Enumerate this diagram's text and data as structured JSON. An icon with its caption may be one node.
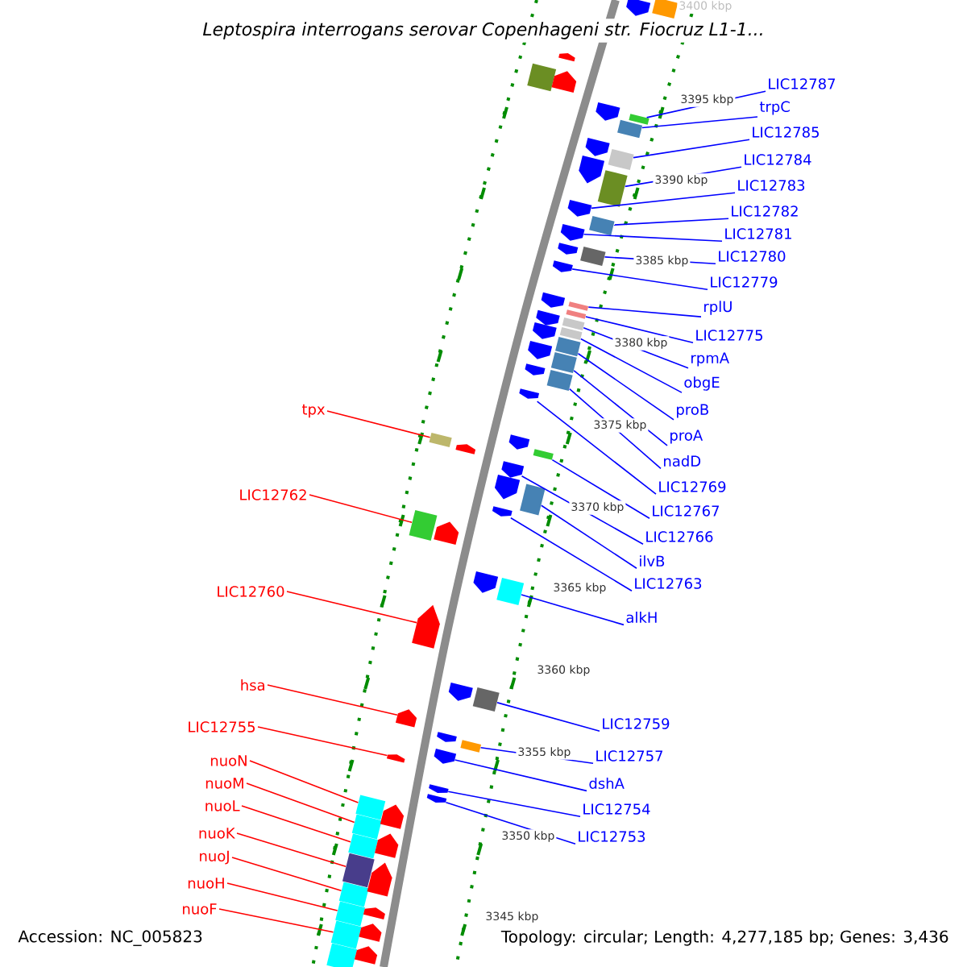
{
  "diagram": {
    "title": "Leptospira interrogans serovar Copenhageni str. Fiocruz L1-1...",
    "nodes": [
      {
        "text": [
          "LIC12787"
        ]
      },
      {
        "text": [
          "trpC"
        ]
      },
      {
        "text": [
          "LIC12785"
        ]
      },
      {
        "text": [
          "LIC12784"
        ]
      },
      {
        "text": [
          "LIC12783"
        ]
      },
      {
        "text": [
          "LIC12782"
        ]
      },
      {
        "text": [
          "LIC12781"
        ]
      },
      {
        "text": [
          "LIC12780"
        ]
      },
      {
        "text": [
          "LIC12779"
        ]
      },
      {
        "text": [
          "rplU"
        ]
      },
      {
        "text": [
          "LIC12775"
        ]
      },
      {
        "text": [
          "rpmA"
        ]
      },
      {
        "text": [
          "obgE"
        ]
      },
      {
        "text": [
          "proB"
        ]
      },
      {
        "text": [
          "proA"
        ]
      },
      {
        "text": [
          "nadD"
        ]
      },
      {
        "text": [
          "LIC12769"
        ]
      },
      {
        "text": [
          "LIC12767"
        ]
      },
      {
        "text": [
          "LIC12766"
        ]
      },
      {
        "text": [
          "ilvB"
        ]
      },
      {
        "text": [
          "LIC12763"
        ]
      },
      {
        "text": [
          "alkH"
        ]
      },
      {
        "text": [
          "LIC12759"
        ]
      },
      {
        "text": [
          "LIC12757"
        ]
      },
      {
        "text": [
          "dshA"
        ]
      },
      {
        "text": [
          "LIC12754"
        ]
      },
      {
        "text": [
          "LIC12753"
        ]
      },
      {
        "text": [
          "tpx"
        ]
      },
      {
        "text": [
          "LIC12762"
        ]
      },
      {
        "text": [
          "LIC12760"
        ]
      },
      {
        "text": [
          "hsa"
        ]
      },
      {
        "text": [
          "LIC12755"
        ]
      },
      {
        "text": [
          "nuoN"
        ]
      },
      {
        "text": [
          "nuoM"
        ]
      },
      {
        "text": [
          "nuoL"
        ]
      },
      {
        "text": [
          "nuoK"
        ]
      },
      {
        "text": [
          "nuoJ"
        ]
      },
      {
        "text": [
          "nuoH"
        ]
      },
      {
        "text": [
          "nuoF"
        ]
      },
      {
        "text": [],
        "shape": "box"
      },
      {
        "text": [],
        "shape": "box"
      },
      {
        "text": [],
        "shape": "box"
      },
      {
        "text": [],
        "shape": "box"
      },
      {
        "text": [],
        "shape": "arrow"
      },
      {
        "text": [],
        "shape": "box"
      },
      {
        "text": [],
        "shape": "arrow"
      },
      {
        "text": [],
        "shape": "box"
      },
      {
        "text": [],
        "shape": "arrow"
      },
      {
        "text": [],
        "shape": "box"
      },
      {
        "text": [],
        "shape": "box"
      },
      {
        "text": [],
        "shape": "box"
      },
      {
        "text": [],
        "shape": "box"
      },
      {
        "text": [],
        "shape": "box"
      },
      {
        "text": [],
        "shape": "box"
      },
      {
        "text": [],
        "shape": "box"
      },
      {
        "text": [],
        "shape": "arrow"
      },
      {
        "text": [],
        "shape": "box"
      },
      {
        "text": [],
        "shape": "arrow"
      },
      {
        "text": [],
        "shape": "box"
      },
      {
        "text": [],
        "shape": "arrow"
      },
      {
        "text": [],
        "shape": "box"
      },
      {
        "text": [],
        "shape": "box"
      },
      {
        "text": [],
        "shape": "box"
      },
      {
        "text": [],
        "shape": "arrow"
      },
      {
        "text": [],
        "shape": "arrow"
      },
      {
        "text": [],
        "shape": "arrow"
      },
      {
        "text": [],
        "shape": "box"
      },
      {
        "text": [],
        "shape": "box"
      },
      {
        "text": [],
        "shape": "arrow"
      },
      {
        "text": [],
        "shape": "arrow"
      },
      {
        "text": [],
        "shape": "arrow"
      },
      {
        "text": [],
        "shape": "box"
      },
      {
        "text": [],
        "shape": "box"
      },
      {
        "text": [],
        "shape": "box"
      },
      {
        "text": [],
        "shape": "box"
      },
      {
        "text": [],
        "shape": "box"
      },
      {
        "text": [],
        "shape": "box"
      },
      {
        "text": [],
        "shape": "box"
      },
      {
        "text": [],
        "shape": "arrow"
      },
      {
        "text": [],
        "shape": "box"
      },
      {
        "text": [],
        "shape": "arrow"
      },
      {
        "text": [],
        "shape": "arrow"
      },
      {
        "text": [],
        "shape": "arrow"
      },
      {
        "text": [],
        "shape": "arrow"
      },
      {
        "text": [],
        "shape": "arrow"
      },
      {
        "text": [],
        "shape": "arrow"
      },
      {
        "text": [],
        "shape": "arrow"
      },
      {
        "text": [],
        "shape": "arrow"
      },
      {
        "text": [],
        "shape": "arrow"
      },
      {
        "text": [],
        "shape": "arrow"
      },
      {
        "text": [],
        "shape": "arrow"
      },
      {
        "text": [],
        "shape": "arrow"
      },
      {
        "text": [],
        "shape": "arrow"
      },
      {
        "text": [],
        "shape": "arrow"
      },
      {
        "text": [],
        "shape": "arrow"
      },
      {
        "text": [],
        "shape": "box"
      },
      {
        "text": [],
        "shape": "arrow"
      },
      {
        "text": [],
        "shape": "arrow"
      },
      {
        "text": [],
        "shape": "arrow"
      },
      {
        "text": [],
        "shape": "box"
      },
      {
        "text": [],
        "shape": "arrow"
      },
      {
        "text": [],
        "shape": "arrow"
      },
      {
        "text": [],
        "shape": "arrow"
      },
      {
        "text": [],
        "shape": "arrow"
      },
      {
        "text": [],
        "shape": "arrow"
      },
      {
        "text": [],
        "shape": "arrow"
      }
    ],
    "edges": [
      {
        "from": 0,
        "to": 39,
        "arrow": "none"
      },
      {
        "from": 1,
        "to": 40,
        "arrow": "none"
      },
      {
        "from": 2,
        "to": 41,
        "arrow": "none"
      },
      {
        "from": 3,
        "to": 42,
        "arrow": "none"
      },
      {
        "from": 4,
        "to": 43,
        "arrow": "none"
      },
      {
        "from": 5,
        "to": 44,
        "arrow": "none"
      },
      {
        "from": 6,
        "to": 45,
        "arrow": "none"
      },
      {
        "from": 7,
        "to": 46,
        "arrow": "none"
      },
      {
        "from": 8,
        "to": 47,
        "arrow": "none"
      },
      {
        "from": 9,
        "to": 48,
        "arrow": "none"
      },
      {
        "from": 10,
        "to": 49,
        "arrow": "none"
      },
      {
        "from": 11,
        "to": 50,
        "arrow": "none"
      },
      {
        "from": 12,
        "to": 51,
        "arrow": "none"
      },
      {
        "from": 13,
        "to": 52,
        "arrow": "none"
      },
      {
        "from": 14,
        "to": 53,
        "arrow": "none"
      },
      {
        "from": 15,
        "to": 54,
        "arrow": "none"
      },
      {
        "from": 16,
        "to": 55,
        "arrow": "none"
      },
      {
        "from": 17,
        "to": 56,
        "arrow": "none"
      },
      {
        "from": 18,
        "to": 57,
        "arrow": "none"
      },
      {
        "from": 19,
        "to": 58,
        "arrow": "none"
      },
      {
        "from": 20,
        "to": 59,
        "arrow": "none"
      },
      {
        "from": 21,
        "to": 60,
        "arrow": "none"
      },
      {
        "from": 22,
        "to": 61,
        "arrow": "none"
      },
      {
        "from": 23,
        "to": 62,
        "arrow": "none"
      },
      {
        "from": 24,
        "to": 63,
        "arrow": "none"
      },
      {
        "from": 25,
        "to": 64,
        "arrow": "none"
      },
      {
        "from": 26,
        "to": 65,
        "arrow": "none"
      },
      {
        "from": 27,
        "to": 66,
        "arrow": "none",
        "color": "#ff0000"
      },
      {
        "from": 28,
        "to": 67,
        "arrow": "none",
        "color": "#ff0000"
      },
      {
        "from": 29,
        "to": 68,
        "arrow": "none",
        "color": "#ff0000"
      },
      {
        "from": 30,
        "to": 69,
        "arrow": "none",
        "color": "#ff0000"
      },
      {
        "from": 31,
        "to": 70,
        "arrow": "none",
        "color": "#ff0000"
      },
      {
        "from": 32,
        "to": 71,
        "arrow": "none",
        "color": "#ff0000"
      },
      {
        "from": 33,
        "to": 72,
        "arrow": "none",
        "color": "#ff0000"
      },
      {
        "from": 34,
        "to": 73,
        "arrow": "none",
        "color": "#ff0000"
      },
      {
        "from": 35,
        "to": 74,
        "arrow": "none",
        "color": "#ff0000"
      },
      {
        "from": 36,
        "to": 75,
        "arrow": "none",
        "color": "#ff0000"
      },
      {
        "from": 37,
        "to": 76,
        "arrow": "none",
        "color": "#ff0000"
      },
      {
        "from": 38,
        "to": 77,
        "arrow": "none",
        "color": "#ff0000"
      }
    ],
    "labels": [
      "3400 kbp",
      "3395 kbp",
      "3390 kbp",
      "3385 kbp",
      "3380 kbp",
      "3375 kbp",
      "3370 kbp",
      "3365 kbp",
      "3360 kbp",
      "3355 kbp",
      "3350 kbp",
      "3345 kbp",
      "Accession: NC_005823",
      "Topology: circular; Length: 4,277,185 bp; Genes: 3,436"
    ]
  }
}
